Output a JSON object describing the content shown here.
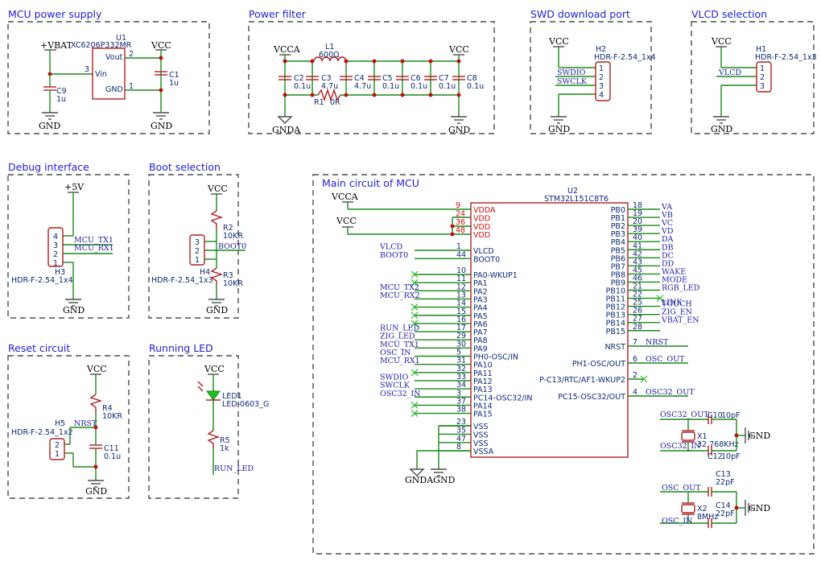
{
  "sections": [
    "MCU power supply",
    "Power filter",
    "SWD download port",
    "VLCD selection",
    "Debug interface",
    "Boot selection",
    "Main circuit of MCU",
    "Reset circuit",
    "Running LED"
  ],
  "power": {
    "vcc": "VCC",
    "vcca": "VCCA",
    "gnd": "GND",
    "gnda": "GNDA",
    "vbat": "+VBAT",
    "v5": "+5V",
    "gndagnd": "GNDAGND"
  },
  "regulator": {
    "ref": "U1",
    "value": "XC6206P332MR",
    "pin_vout": "Vout",
    "pin_vin": "Vin",
    "pin_gnd": "GND",
    "pin1": "1",
    "pin2": "2",
    "pin3": "3"
  },
  "caps": {
    "c9": [
      "C9",
      "1u"
    ],
    "c1": [
      "C1",
      "1u"
    ],
    "c2": [
      "C2",
      "0.1u"
    ],
    "c3": [
      "C3",
      "4.7u"
    ],
    "c4": [
      "C4",
      "4.7u"
    ],
    "c5": [
      "C5",
      "0.1u"
    ],
    "c6": [
      "C6",
      "0.1u"
    ],
    "c7": [
      "C7",
      "0.1u"
    ],
    "c8": [
      "C8",
      "0.1u"
    ],
    "c11": [
      "C11",
      "0.1u"
    ],
    "c10": [
      "C10",
      "10pF"
    ],
    "c12": [
      "C12",
      "10pF"
    ],
    "c13": [
      "C13",
      "22pF"
    ],
    "c14": [
      "C14",
      "22pF"
    ]
  },
  "filter": {
    "l1": "L1",
    "l1v": "600Ω",
    "r1": "R1",
    "r1v": "0R"
  },
  "headers": {
    "h2": [
      "H2",
      "HDR-F-2.54_1x4"
    ],
    "h1": [
      "H1",
      "HDR-F-2.54_1x3"
    ],
    "h3": [
      "H3",
      "HDR-F-2.54_1x4"
    ],
    "h4": [
      "H4",
      "HDR-F-2.54_1x3"
    ],
    "h5": [
      "H5",
      "HDR-F-2.54_1x2"
    ]
  },
  "resistors": {
    "r2": [
      "R2",
      "10KR"
    ],
    "r3": [
      "R3",
      "10KR"
    ],
    "r4": [
      "R4",
      "10KR"
    ],
    "r5": [
      "R5",
      "1k"
    ]
  },
  "led": [
    "LED1",
    "LED-0603_G"
  ],
  "crystals": {
    "x1": [
      "X1",
      "32.768KHz"
    ],
    "x2": [
      "X2",
      "8MHz"
    ]
  },
  "nets": {
    "swdio": "SWDIO",
    "swclk": "SWCLK",
    "vlcd": "VLCD",
    "mcu_tx1": "MCU_TX1",
    "mcu_rx1": "MCU_RX1",
    "boot0": "BOOT0",
    "nrst": "NRST",
    "run_led": "RUN_LED",
    "osc32_out": "OSC32_OUT",
    "osc32_in": "OSC32_IN",
    "osc_out": "OSC_OUT",
    "osc_in": "OSC_IN"
  },
  "mcu": {
    "ref": "U2",
    "value": "STM32L151C8T6",
    "left_power": [
      [
        "9",
        "VDDA"
      ],
      [
        "24",
        "VDD"
      ],
      [
        "36",
        "VDD"
      ],
      [
        "48",
        "VDD"
      ]
    ],
    "left_pins": [
      [
        "1",
        "VLCD",
        "VLCD"
      ],
      [
        "44",
        "BOOT0",
        "BOOT0"
      ],
      [
        "10",
        "PA0-WKUP1",
        ""
      ],
      [
        "11",
        "PA1",
        ""
      ],
      [
        "12",
        "PA2",
        "MCU_TX2"
      ],
      [
        "13",
        "PA3",
        "MCU_RX2"
      ],
      [
        "14",
        "PA4",
        ""
      ],
      [
        "15",
        "PA5",
        ""
      ],
      [
        "16",
        "PA6",
        ""
      ],
      [
        "17",
        "PA7",
        "RUN_LED"
      ],
      [
        "29",
        "PA8",
        "ZIG_LED"
      ],
      [
        "30",
        "PA9",
        "MCU_TX1"
      ],
      [
        "5",
        "PH0-OSC/IN",
        "OSC_IN"
      ],
      [
        "31",
        "PA10",
        "MCU_RX1"
      ],
      [
        "32",
        "PA11",
        ""
      ],
      [
        "33",
        "PA12",
        "SWDIO"
      ],
      [
        "34",
        "PA13",
        "SWCLK"
      ],
      [
        "3",
        "PC14-OSC32/IN",
        "OSC32_IN"
      ],
      [
        "37",
        "PA14",
        ""
      ],
      [
        "38",
        "PA15",
        ""
      ]
    ],
    "vss": [
      [
        "23",
        "VSS"
      ],
      [
        "35",
        "VSS"
      ],
      [
        "47",
        "VSS"
      ],
      [
        "8",
        "VSSA"
      ]
    ],
    "right_pins": [
      [
        "18",
        "PB0",
        "VA"
      ],
      [
        "19",
        "PB1",
        "VB"
      ],
      [
        "20",
        "PB2",
        "VC"
      ],
      [
        "39",
        "PB3",
        "VD"
      ],
      [
        "40",
        "PB4",
        "DA"
      ],
      [
        "41",
        "PB5",
        "DB"
      ],
      [
        "42",
        "PB6",
        "DC"
      ],
      [
        "43",
        "PB7",
        "DD"
      ],
      [
        "45",
        "PB8",
        "WAKE"
      ],
      [
        "46",
        "PB9",
        "MODE"
      ],
      [
        "21",
        "PB10",
        "RGB_LED"
      ],
      [
        "22",
        "PB11",
        "LINK"
      ],
      [
        "25",
        "PB12",
        "TOUCH"
      ],
      [
        "26",
        "PB13",
        "ZIG_EN"
      ],
      [
        "27",
        "PB14",
        "VBAT_EN"
      ],
      [
        "28",
        "PB15",
        ""
      ]
    ],
    "right_misc": [
      [
        "7",
        "NRST",
        "NRST"
      ],
      [
        "6",
        "PH1-OSC/OUT",
        "OSC_OUT"
      ],
      [
        "2",
        "P-C13/RTC/AF1-WKUP2",
        ""
      ],
      [
        "4",
        "PC15-OSC32/OUT",
        "OSC32_OUT"
      ]
    ]
  },
  "header_pins": {
    "four": [
      "1",
      "2",
      "3",
      "4"
    ],
    "three": [
      "1",
      "2",
      "3"
    ],
    "two": [
      "1",
      "2"
    ]
  },
  "colors": {
    "wire": "#1a8a1a",
    "title": "#1f1fd6",
    "component": "#b02020",
    "net": "#1c1ca8"
  }
}
